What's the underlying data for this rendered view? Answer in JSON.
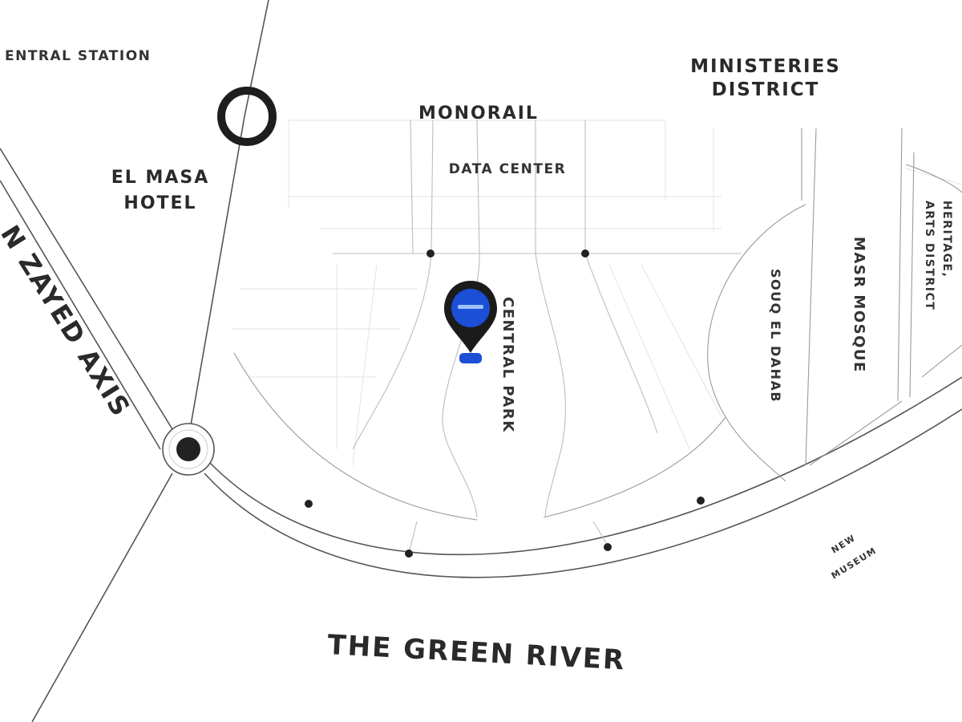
{
  "map": {
    "labels": {
      "central_station": "ENTRAL STATION",
      "el_masa_hotel_1": "EL MASA",
      "el_masa_hotel_2": "HOTEL",
      "monorail": "MONORAIL",
      "data_center": "DATA CENTER",
      "ministeries_1": "MINISTERIES",
      "ministeries_2": "DISTRICT",
      "zayed_axis": "N ZAYED AXIS",
      "central_park": "CENTRAL PARK",
      "souq_el_dahab": "SOUQ EL DAHAB",
      "masr_mosque": "MASR MOSQUE",
      "heritage_1": "HERITAGE,",
      "heritage_2": "ARTS DISTRICT",
      "new_museum_1": "NEW",
      "new_museum_2": "MUSEUM",
      "green_river": "THE GREEN RIVER"
    },
    "pin": {
      "color": "#1a4fd6",
      "icon": "location-pin-icon"
    },
    "colors": {
      "background": "#ffffff",
      "road_dark": "#555555",
      "road_light": "#bdbdbd",
      "text": "#2a2a2a"
    }
  }
}
